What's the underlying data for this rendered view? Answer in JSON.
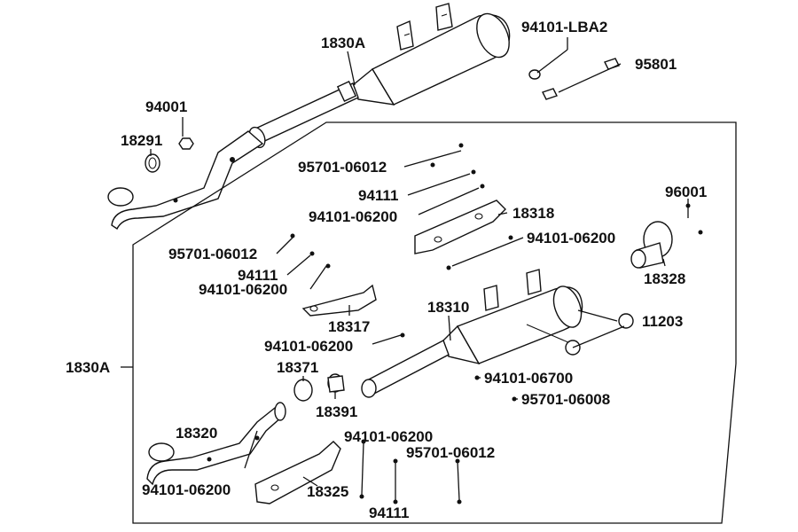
{
  "diagram": {
    "labels": {
      "l_1830A_top": "1830A",
      "l_94101_LBA2": "94101-LBA2",
      "l_95801": "95801",
      "l_94001": "94001",
      "l_18291": "18291",
      "l_95701_06012_a": "95701-06012",
      "l_94111_a": "94111",
      "l_94101_06200_a": "94101-06200",
      "l_18318": "18318",
      "l_96001": "96001",
      "l_94101_06200_b": "94101-06200",
      "l_18328": "18328",
      "l_95701_06012_b": "95701-06012",
      "l_94111_b": "94111",
      "l_94101_06200_c": "94101-06200",
      "l_18317": "18317",
      "l_18310": "18310",
      "l_11203": "11203",
      "l_94101_06200_d": "94101-06200",
      "l_1830A_side": "1830A",
      "l_18371": "18371",
      "l_94101_06700": "94101-06700",
      "l_18391": "18391",
      "l_95701_06008": "95701-06008",
      "l_18320": "18320",
      "l_94101_06200_e": "94101-06200",
      "l_95701_06012_c": "95701-06012",
      "l_94101_06200_f": "94101-06200",
      "l_18325": "18325",
      "l_94111_c": "94111"
    }
  }
}
